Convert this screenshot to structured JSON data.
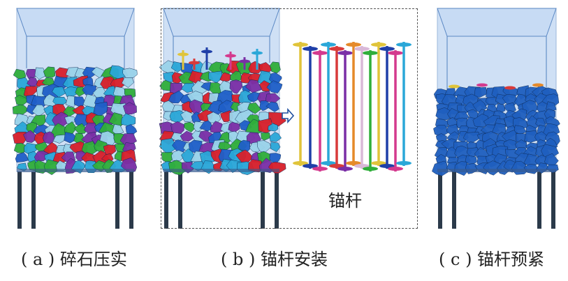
{
  "panels": [
    {
      "id": "a",
      "caption": "( a ) 碎石压实"
    },
    {
      "id": "b",
      "caption": "( b ) 锚杆安装"
    },
    {
      "id": "c",
      "caption": "( c ) 锚杆预紧"
    }
  ],
  "rod_label": "锚杆",
  "colors": {
    "box_glass": "#a9c8ee",
    "box_edge": "#4f7fbf",
    "legs": "#2b3a4a",
    "stone_palette": [
      "#d81f2a",
      "#7a2fa6",
      "#2fae3a",
      "#2aa7d8",
      "#1f5fc8",
      "#9ad3ea"
    ],
    "stone_preloaded": "#1f5fbf",
    "rod_palette": [
      "#e0c43a",
      "#1f3fa8",
      "#d43a8e",
      "#2aa7d8",
      "#d83a3a",
      "#7a2fa6",
      "#e58a2a",
      "#d9b8d8",
      "#2fae3a"
    ]
  },
  "arrow_icon": "hollow-arrow-right"
}
